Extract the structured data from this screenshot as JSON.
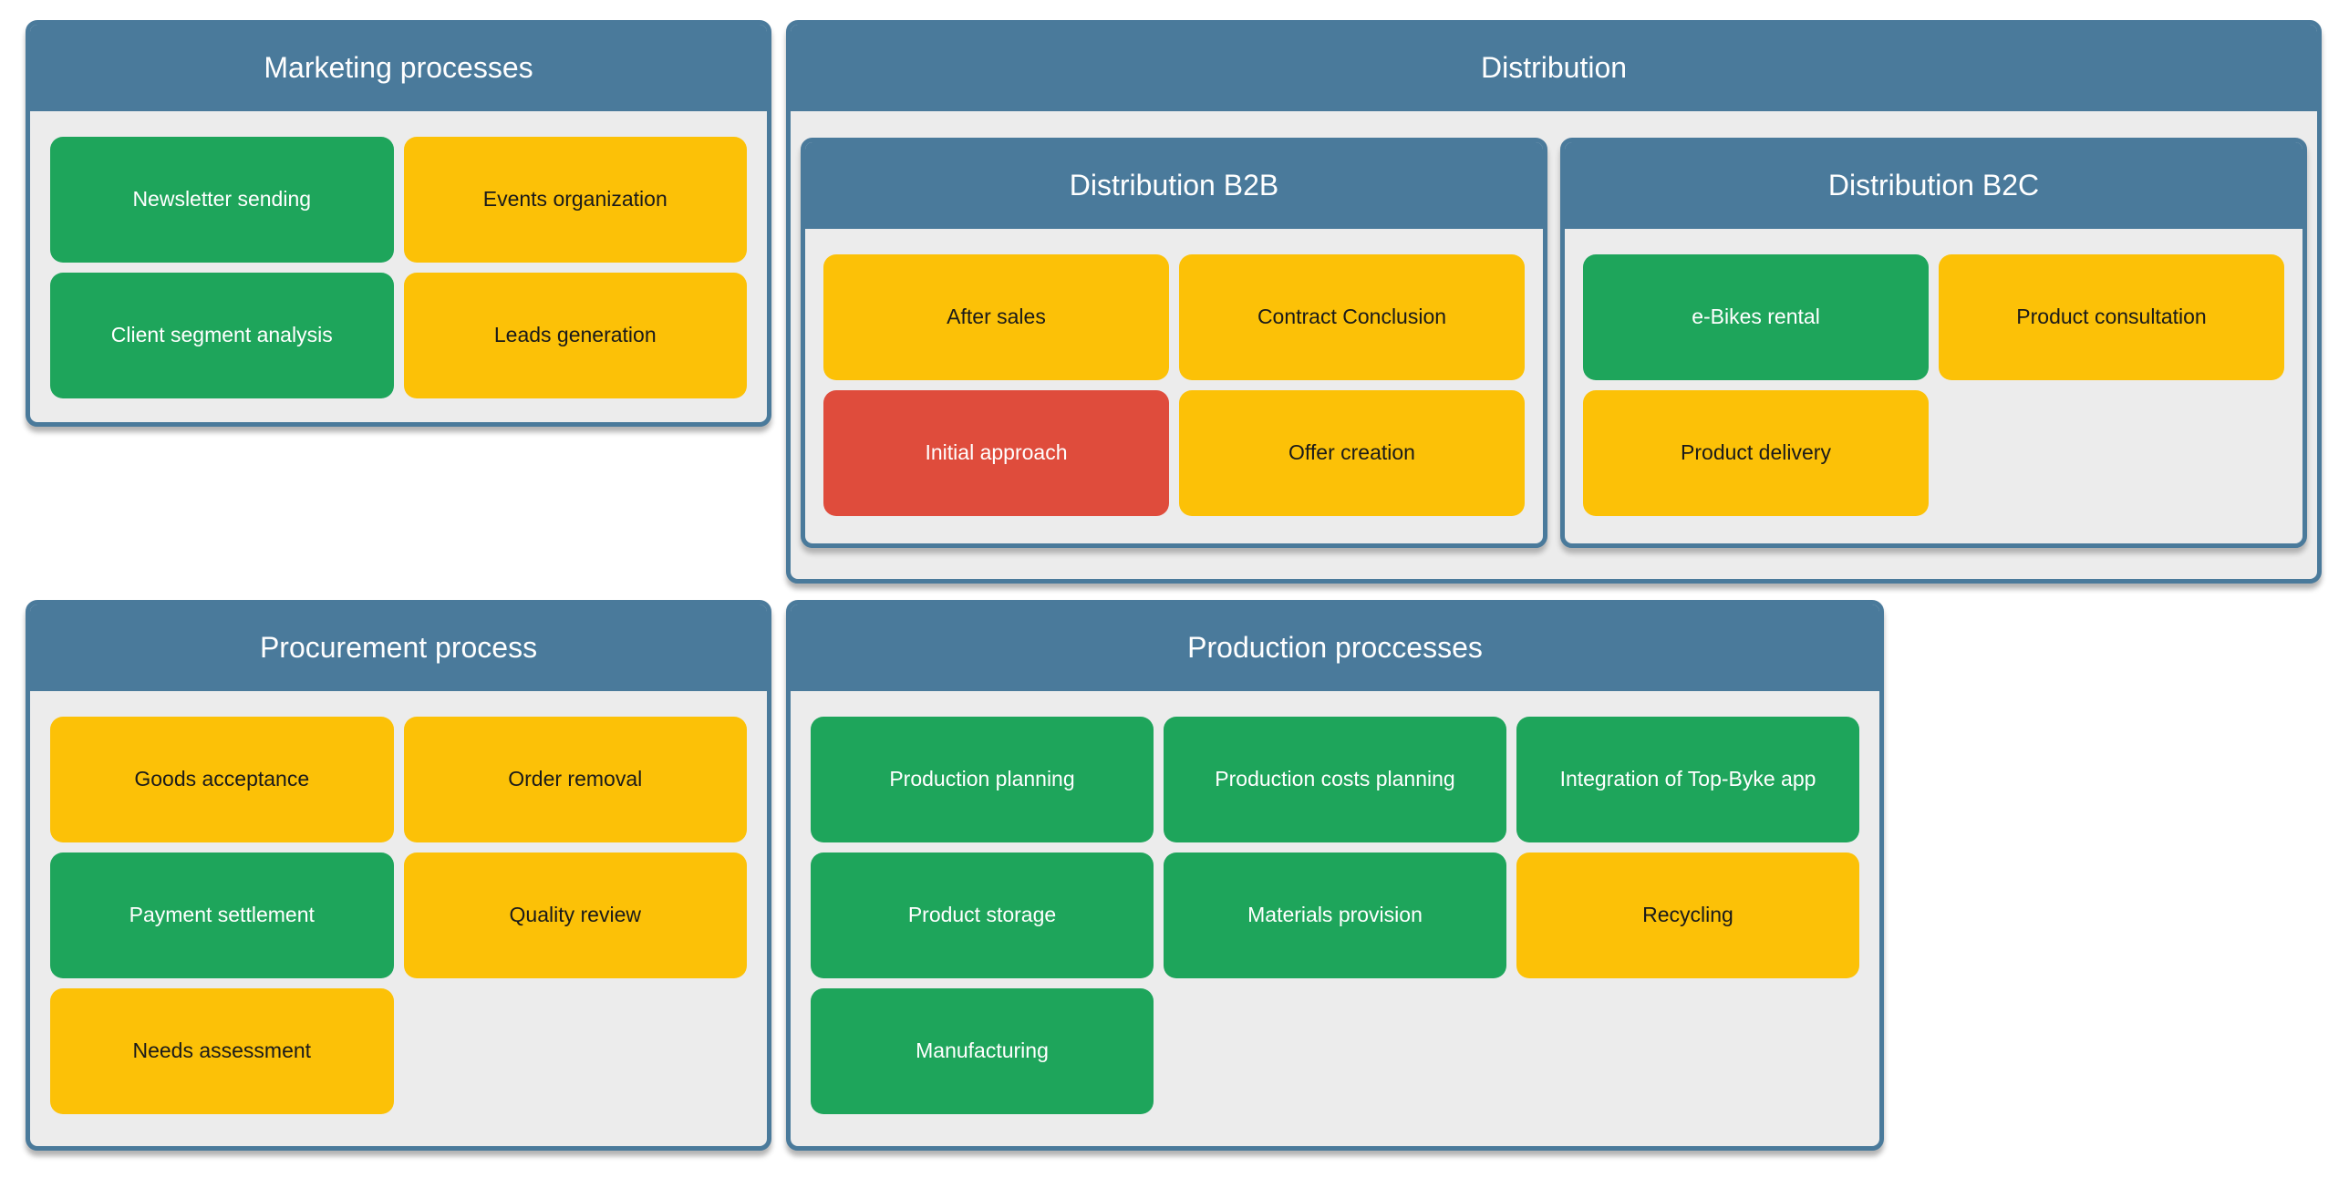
{
  "colors": {
    "frame_blue": "#4a7a9b",
    "panel_body_gray": "#ececec",
    "tile_green": "#1ea55b",
    "tile_yellow": "#fcc107",
    "tile_red": "#df4c3c",
    "tile_text_dark": "#1a1a1a",
    "tile_text_light": "#ffffff",
    "page_background": "#ffffff"
  },
  "panels": {
    "marketing": {
      "title": "Marketing processes",
      "tiles": [
        {
          "label": "Newsletter sending",
          "color": "green"
        },
        {
          "label": "Events organization",
          "color": "yellow"
        },
        {
          "label": "Client segment analysis",
          "color": "green"
        },
        {
          "label": "Leads generation",
          "color": "yellow"
        }
      ]
    },
    "distribution": {
      "title": "Distribution",
      "subpanels": [
        {
          "title": "Distribution B2B",
          "tiles": [
            {
              "label": "After sales",
              "color": "yellow"
            },
            {
              "label": "Contract Conclusion",
              "color": "yellow"
            },
            {
              "label": "Initial approach",
              "color": "red"
            },
            {
              "label": "Offer creation",
              "color": "yellow"
            }
          ]
        },
        {
          "title": "Distribution B2C",
          "tiles": [
            {
              "label": "e-Bikes rental",
              "color": "green"
            },
            {
              "label": "Product consultation",
              "color": "yellow"
            },
            {
              "label": "Product delivery",
              "color": "yellow"
            }
          ]
        }
      ]
    },
    "procurement": {
      "title": "Procurement process",
      "tiles": [
        {
          "label": "Goods acceptance",
          "color": "yellow"
        },
        {
          "label": "Order removal",
          "color": "yellow"
        },
        {
          "label": "Payment settlement",
          "color": "green"
        },
        {
          "label": "Quality review",
          "color": "yellow"
        },
        {
          "label": "Needs assessment",
          "color": "yellow"
        }
      ]
    },
    "production": {
      "title": "Production proccesses",
      "tiles": [
        {
          "label": "Production planning",
          "color": "green"
        },
        {
          "label": "Production costs planning",
          "color": "green"
        },
        {
          "label": "Integration of Top-Byke app",
          "color": "green"
        },
        {
          "label": "Product storage",
          "color": "green"
        },
        {
          "label": "Materials provision",
          "color": "green"
        },
        {
          "label": "Recycling",
          "color": "yellow"
        },
        {
          "label": "Manufacturing",
          "color": "green"
        }
      ]
    }
  }
}
